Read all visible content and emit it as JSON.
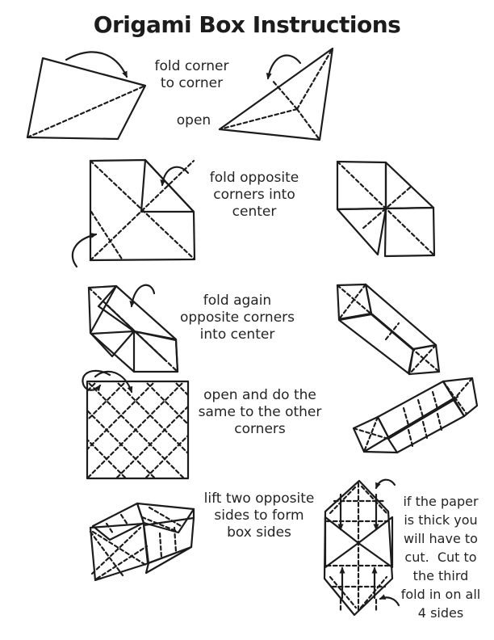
{
  "page": {
    "title": "Origami Box Instructions"
  },
  "colors": {
    "ink": "#1c1c1c",
    "fold_gray": "#5a5a5a",
    "paper": "#ffffff"
  },
  "steps": {
    "step1": {
      "lines": [
        "fold corner",
        "to corner"
      ],
      "open_label": "open"
    },
    "step2": {
      "lines": [
        "fold opposite",
        "corners into",
        "center"
      ]
    },
    "step3": {
      "lines": [
        "fold again",
        "opposite corners",
        "into center"
      ]
    },
    "step4": {
      "lines": [
        "open and do the",
        "same to the other",
        "corners"
      ]
    },
    "step5": {
      "lines": [
        "lift two opposite",
        "sides to form",
        "box sides"
      ]
    },
    "cut_note": {
      "lines": [
        "if the paper",
        "is thick you",
        "will have to",
        "cut.  Cut to",
        "the third",
        "fold in on all",
        "4 sides"
      ]
    }
  }
}
